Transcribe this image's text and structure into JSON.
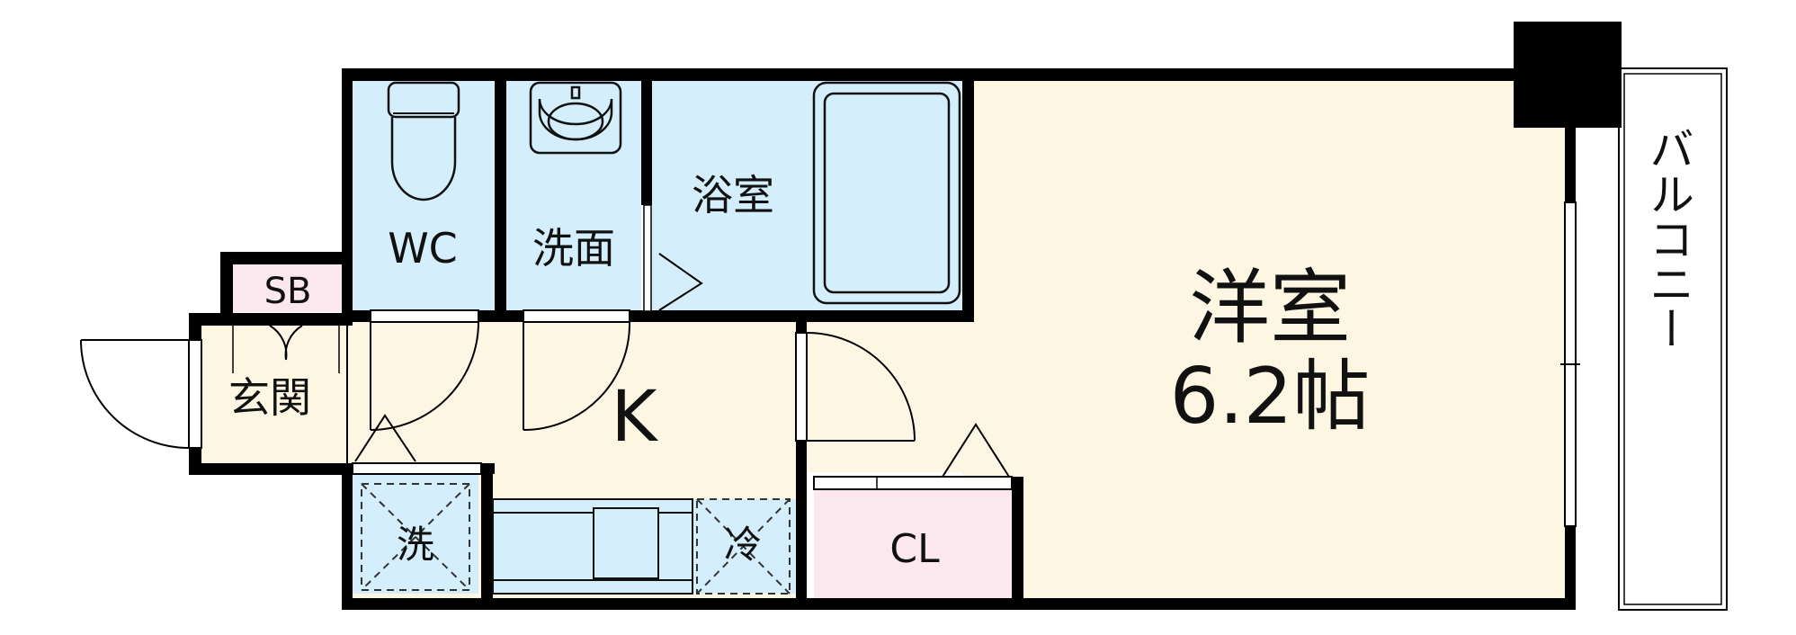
{
  "floor_plan": {
    "rooms": {
      "wc": "WC",
      "washroom": "洗面",
      "bathroom": "浴室",
      "western_room": "洋室",
      "western_room_size": "6.2帖",
      "shoe_box": "SB",
      "entrance": "玄関",
      "kitchen": "K",
      "laundry": "洗",
      "fridge": "冷",
      "closet": "CL",
      "balcony": "バルコニー"
    },
    "colors": {
      "wet_area": "#d4eefb",
      "living_floor": "#fdf6e3",
      "storage": "#fbe8ef",
      "wall": "#000000"
    }
  }
}
